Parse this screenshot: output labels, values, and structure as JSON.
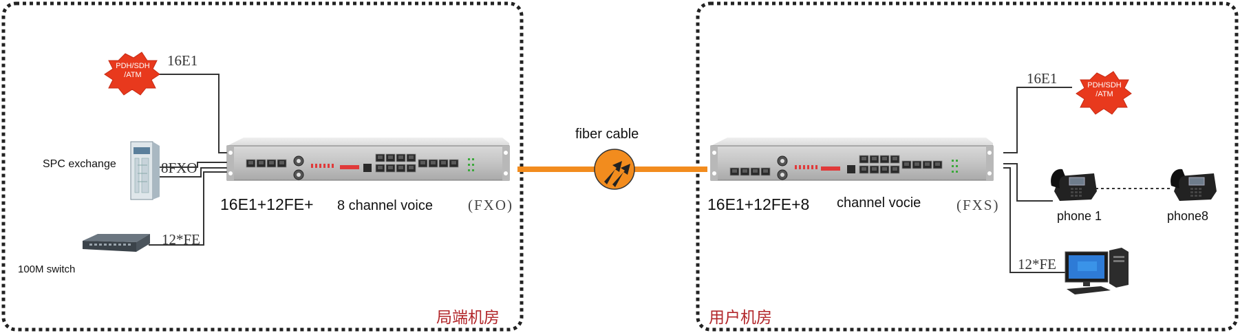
{
  "left_site": {
    "pdh_badge": "PDH/SDH\n/ATM",
    "e1_label": "16E1",
    "spc_label": "SPC exchange",
    "fxo_port_label": "8FXO",
    "switch_label": "100M switch",
    "fe_label": "12*FE",
    "device_caption_main": "16E1+12FE+",
    "device_caption_voice": "8 channel voice",
    "device_mode": "(FXO)",
    "room_label": "局端机房"
  },
  "link": {
    "label": "fiber cable",
    "cable_color": "#f28c1e"
  },
  "right_site": {
    "pdh_badge": "PDH/SDH\n/ATM",
    "e1_label": "16E1",
    "device_caption_main": "16E1+12FE+8",
    "device_caption_voice": "channel vocie",
    "device_mode": "(FXS)",
    "phone1_label": "phone 1",
    "phone8_label": "phone8",
    "fe_label": "12*FE",
    "room_label": "用户机房"
  },
  "colors": {
    "badge_red": "#e8391d",
    "room_label_red": "#b2262a",
    "border": "#222222"
  }
}
